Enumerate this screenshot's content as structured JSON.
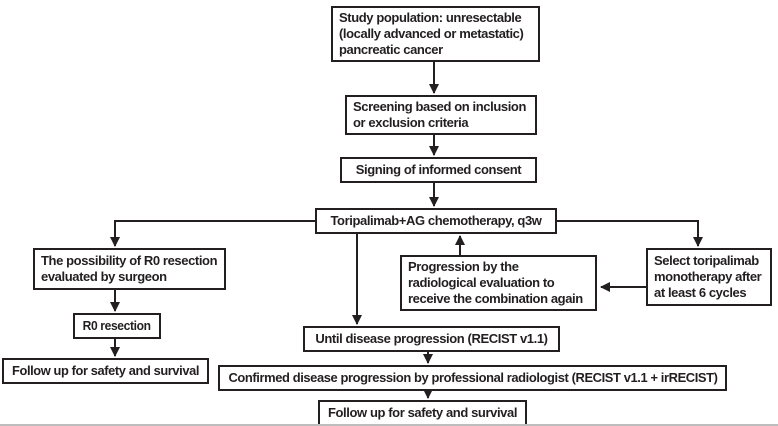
{
  "colors": {
    "line": "#231f20",
    "text": "#231f20",
    "background": "#ffffff"
  },
  "diagram": {
    "type": "flowchart",
    "nodes": {
      "study_population": "Study population: unresectable (locally advanced or metastatic) pancreatic cancer",
      "screening": "Screening based on inclusion or exclusion criteria",
      "consent": "Signing of  informed consent",
      "combination": "Toripalimab+AG chemotherapy, q3w",
      "possibility": "The possibility of R0 resection evaluated by surgeon",
      "r0_resection": "R0 resection",
      "followup_left": "Follow up for safety and survival",
      "progression_again": "Progression by the radiological evaluation to receive the combination again",
      "monotherapy": "Select toripalimab monotherapy after at least 6 cycles",
      "until_progression": "Until disease progression (RECIST v1.1)",
      "confirmed_progression": "Confirmed disease progression by professional radiologist (RECIST v1.1 + irRECIST)",
      "followup_bottom": "Follow up for safety and survival"
    },
    "edges": [
      "study_population -> screening",
      "screening -> consent",
      "consent -> combination",
      "combination -> possibility",
      "combination -> monotherapy",
      "combination -> until_progression",
      "possibility -> r0_resection",
      "r0_resection -> followup_left",
      "monotherapy -> progression_again",
      "progression_again -> combination",
      "until_progression -> confirmed_progression",
      "confirmed_progression -> followup_bottom"
    ]
  }
}
